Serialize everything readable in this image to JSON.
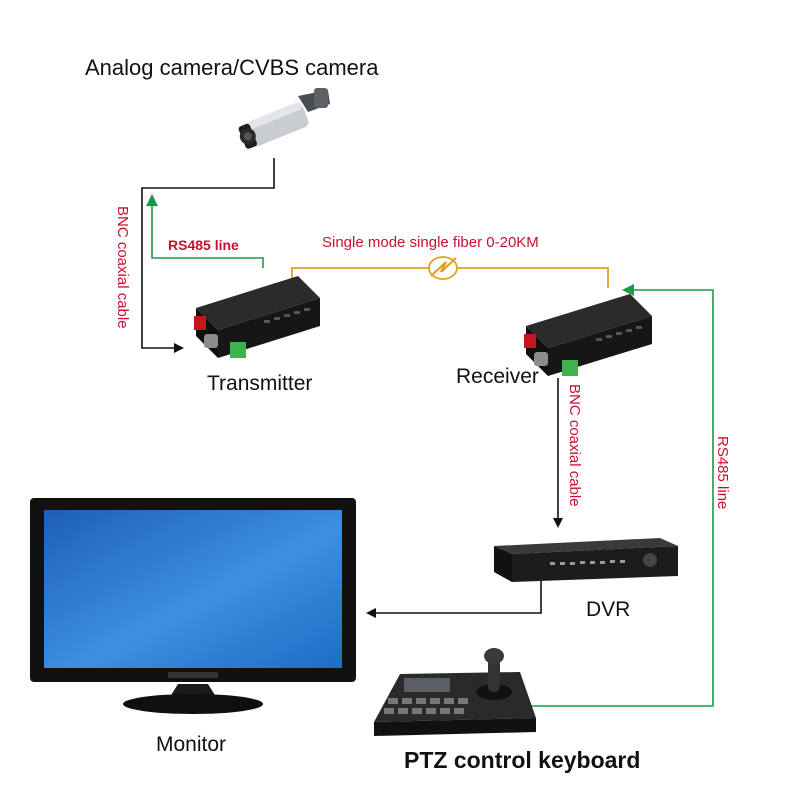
{
  "labels": {
    "camera": "Analog camera/CVBS camera",
    "bnc_left": "BNC coaxial cable",
    "rs485_left": "RS485 line",
    "fiber": "Single mode single fiber 0-20KM",
    "transmitter": "Transmitter",
    "receiver": "Receiver",
    "bnc_right": "BNC coaxial cable",
    "rs485_right": "RS485 line",
    "dvr": "DVR",
    "monitor": "Monitor",
    "keyboard": "PTZ control keyboard"
  },
  "colors": {
    "video_line": "#111111",
    "rs485_line": "#1a9a4a",
    "fiber_line": "#e0a020",
    "label_red": "#c8102e",
    "device_body": "#1a1a1a",
    "screen": "#2f7fd6"
  },
  "icons": {
    "camera": "bullet-camera-icon",
    "transmitter": "fiber-transmitter-icon",
    "receiver": "fiber-receiver-icon",
    "dvr": "dvr-recorder-icon",
    "monitor": "lcd-monitor-icon",
    "keyboard": "ptz-joystick-keyboard-icon",
    "fiber_break": "fiber-distance-icon"
  }
}
